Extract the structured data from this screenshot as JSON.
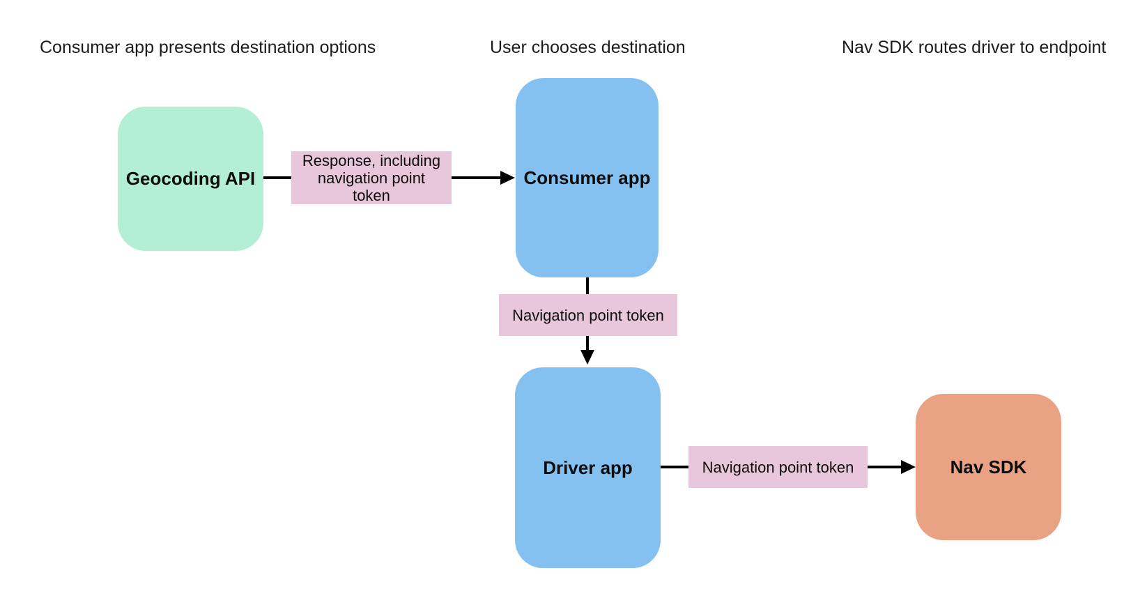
{
  "diagram": {
    "type": "flowchart",
    "background": "#ffffff",
    "column_headers": [
      {
        "label": "Consumer app presents destination options"
      },
      {
        "label": "User chooses destination"
      },
      {
        "label": "Nav SDK routes driver to endpoint"
      }
    ],
    "nodes": [
      {
        "id": "geocoding-api",
        "label": "Geocoding API",
        "color": "#b3efd6"
      },
      {
        "id": "consumer-app",
        "label": "Consumer app",
        "color": "#84c1f0"
      },
      {
        "id": "driver-app",
        "label": "Driver app",
        "color": "#84c1f0"
      },
      {
        "id": "nav-sdk",
        "label": "Nav SDK",
        "color": "#e9a284"
      }
    ],
    "edges": [
      {
        "from": "geocoding-api",
        "to": "consumer-app",
        "label": "Response, including\nnavigation point\ntoken",
        "label_color": "#e8c6db"
      },
      {
        "from": "consumer-app",
        "to": "driver-app",
        "label": "Navigation point token",
        "label_color": "#e8c6db"
      },
      {
        "from": "driver-app",
        "to": "nav-sdk",
        "label": "Navigation point token",
        "label_color": "#e8c6db"
      }
    ],
    "colors": {
      "arrow": "#000000",
      "header_text": "#1c1c1c",
      "node_text": "#0d0d0d",
      "node_green": "#b3efd6",
      "node_blue": "#84c1f0",
      "node_orange": "#e9a284",
      "edge_label_pink": "#e8c6db"
    }
  }
}
